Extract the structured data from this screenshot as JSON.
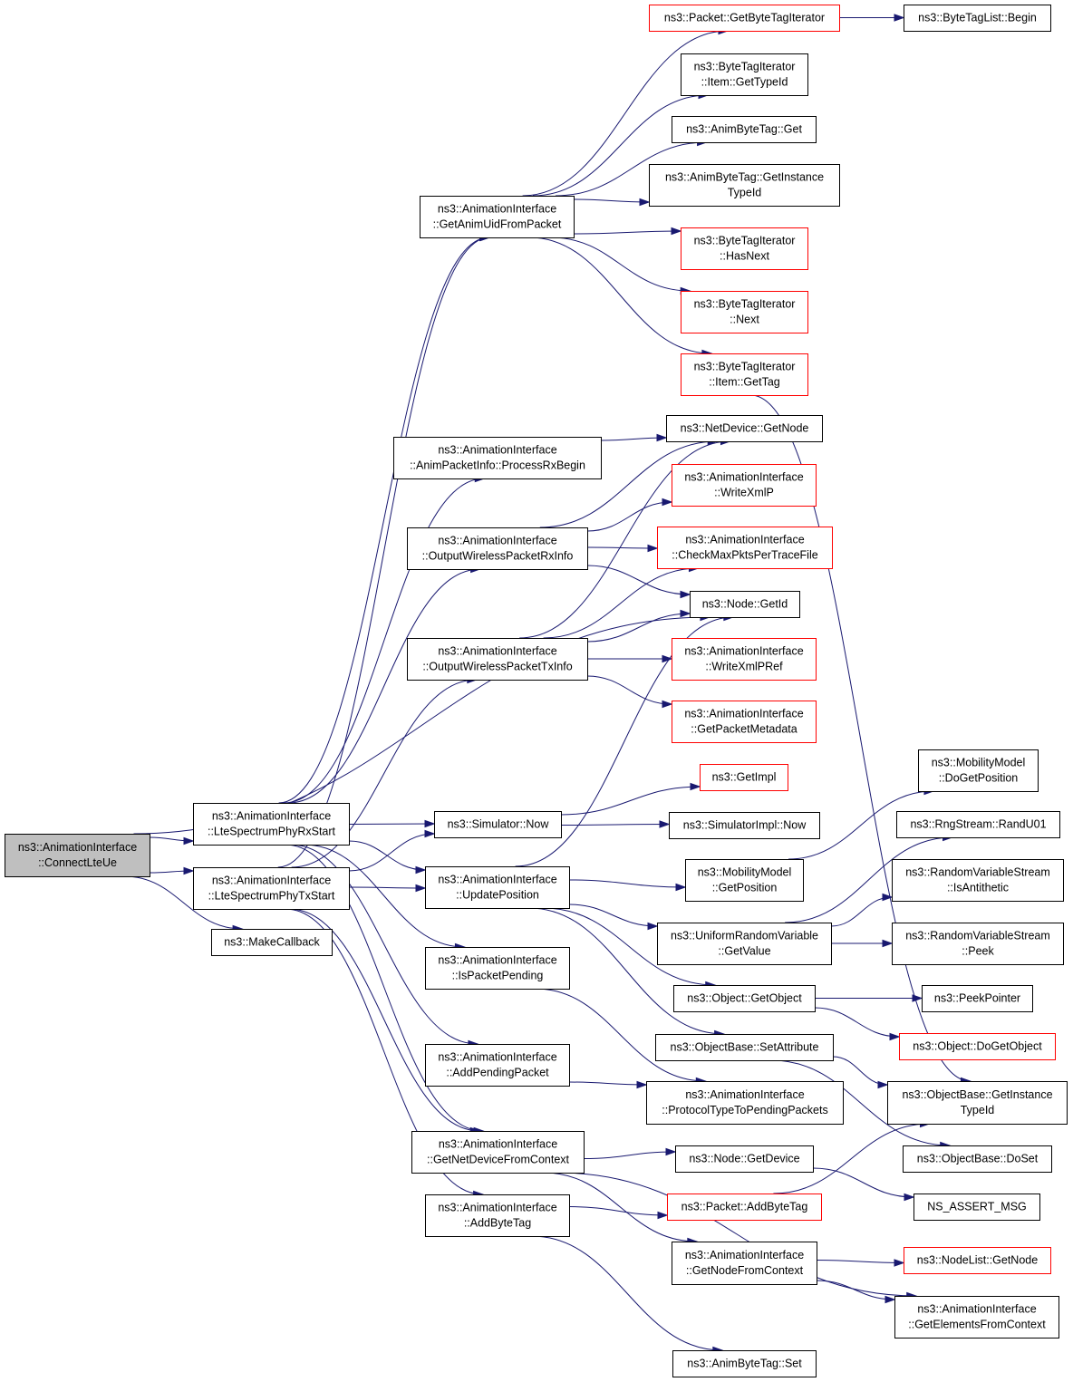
{
  "colors": {
    "edge": "#191970",
    "node_border": "#000000",
    "truncated_border": "#ff0000",
    "root_fill": "#bfbfbf",
    "node_fill": "#ffffff"
  },
  "nodes": {
    "connectLteUe": {
      "lines": [
        "ns3::AnimationInterface",
        "::ConnectLteUe"
      ],
      "kind": "root"
    },
    "lteRx": {
      "lines": [
        "ns3::AnimationInterface",
        "::LteSpectrumPhyRxStart"
      ],
      "kind": "normal"
    },
    "lteTx": {
      "lines": [
        "ns3::AnimationInterface",
        "::LteSpectrumPhyTxStart"
      ],
      "kind": "normal"
    },
    "makeCallback": {
      "lines": [
        "ns3::MakeCallback"
      ],
      "kind": "normal"
    },
    "getAnimUid": {
      "lines": [
        "ns3::AnimationInterface",
        "::GetAnimUidFromPacket"
      ],
      "kind": "normal"
    },
    "processRxBegin": {
      "lines": [
        "ns3::AnimationInterface",
        "::AnimPacketInfo::ProcessRxBegin"
      ],
      "kind": "normal"
    },
    "outRx": {
      "lines": [
        "ns3::AnimationInterface",
        "::OutputWirelessPacketRxInfo"
      ],
      "kind": "normal"
    },
    "outTx": {
      "lines": [
        "ns3::AnimationInterface",
        "::OutputWirelessPacketTxInfo"
      ],
      "kind": "normal"
    },
    "simNow": {
      "lines": [
        "ns3::Simulator::Now"
      ],
      "kind": "normal"
    },
    "updatePos": {
      "lines": [
        "ns3::AnimationInterface",
        "::UpdatePosition"
      ],
      "kind": "normal"
    },
    "isPending": {
      "lines": [
        "ns3::AnimationInterface",
        "::IsPacketPending"
      ],
      "kind": "normal"
    },
    "addPending": {
      "lines": [
        "ns3::AnimationInterface",
        "::AddPendingPacket"
      ],
      "kind": "normal"
    },
    "getNetDev": {
      "lines": [
        "ns3::AnimationInterface",
        "::GetNetDeviceFromContext"
      ],
      "kind": "normal"
    },
    "addByteTagAI": {
      "lines": [
        "ns3::AnimationInterface",
        "::AddByteTag"
      ],
      "kind": "normal"
    },
    "pktGetBTI": {
      "lines": [
        "ns3::Packet::GetByteTagIterator"
      ],
      "kind": "truncated"
    },
    "btiGetTypeId": {
      "lines": [
        "ns3::ByteTagIterator",
        "::Item::GetTypeId"
      ],
      "kind": "normal"
    },
    "abtGet": {
      "lines": [
        "ns3::AnimByteTag::Get"
      ],
      "kind": "normal"
    },
    "abtGetInst": {
      "lines": [
        "ns3::AnimByteTag::GetInstance",
        "TypeId"
      ],
      "kind": "normal"
    },
    "btiHasNext": {
      "lines": [
        "ns3::ByteTagIterator",
        "::HasNext"
      ],
      "kind": "truncated"
    },
    "btiNext": {
      "lines": [
        "ns3::ByteTagIterator",
        "::Next"
      ],
      "kind": "truncated"
    },
    "btiGetTag": {
      "lines": [
        "ns3::ByteTagIterator",
        "::Item::GetTag"
      ],
      "kind": "truncated"
    },
    "netDevGetNode": {
      "lines": [
        "ns3::NetDevice::GetNode"
      ],
      "kind": "normal"
    },
    "writeXmlP": {
      "lines": [
        "ns3::AnimationInterface",
        "::WriteXmlP"
      ],
      "kind": "truncated"
    },
    "checkMax": {
      "lines": [
        "ns3::AnimationInterface",
        "::CheckMaxPktsPerTraceFile"
      ],
      "kind": "truncated"
    },
    "nodeGetId": {
      "lines": [
        "ns3::Node::GetId"
      ],
      "kind": "normal"
    },
    "writeXmlPRef": {
      "lines": [
        "ns3::AnimationInterface",
        "::WriteXmlPRef"
      ],
      "kind": "truncated"
    },
    "getPktMeta": {
      "lines": [
        "ns3::AnimationInterface",
        "::GetPacketMetadata"
      ],
      "kind": "truncated"
    },
    "getImpl": {
      "lines": [
        "ns3::GetImpl"
      ],
      "kind": "truncated"
    },
    "simImplNow": {
      "lines": [
        "ns3::SimulatorImpl::Now"
      ],
      "kind": "normal"
    },
    "mobGetPos": {
      "lines": [
        "ns3::MobilityModel",
        "::GetPosition"
      ],
      "kind": "normal"
    },
    "uniGetValue": {
      "lines": [
        "ns3::UniformRandomVariable",
        "::GetValue"
      ],
      "kind": "normal"
    },
    "objGetObject": {
      "lines": [
        "ns3::Object::GetObject"
      ],
      "kind": "normal"
    },
    "objBaseSetAttr": {
      "lines": [
        "ns3::ObjectBase::SetAttribute"
      ],
      "kind": "normal"
    },
    "protoType": {
      "lines": [
        "ns3::AnimationInterface",
        "::ProtocolTypeToPendingPackets"
      ],
      "kind": "normal"
    },
    "nodeGetDevice": {
      "lines": [
        "ns3::Node::GetDevice"
      ],
      "kind": "normal"
    },
    "pktAddByteTag": {
      "lines": [
        "ns3::Packet::AddByteTag"
      ],
      "kind": "truncated"
    },
    "getNodeFromCtx": {
      "lines": [
        "ns3::AnimationInterface",
        "::GetNodeFromContext"
      ],
      "kind": "normal"
    },
    "abtSet": {
      "lines": [
        "ns3::AnimByteTag::Set"
      ],
      "kind": "normal"
    },
    "btlBegin": {
      "lines": [
        "ns3::ByteTagList::Begin"
      ],
      "kind": "normal"
    },
    "mobDoGetPos": {
      "lines": [
        "ns3::MobilityModel",
        "::DoGetPosition"
      ],
      "kind": "normal"
    },
    "rngRandU01": {
      "lines": [
        "ns3::RngStream::RandU01"
      ],
      "kind": "normal"
    },
    "rvsIsAnti": {
      "lines": [
        "ns3::RandomVariableStream",
        "::IsAntithetic"
      ],
      "kind": "normal"
    },
    "rvsPeek": {
      "lines": [
        "ns3::RandomVariableStream",
        "::Peek"
      ],
      "kind": "normal"
    },
    "peekPointer": {
      "lines": [
        "ns3::PeekPointer"
      ],
      "kind": "normal"
    },
    "objDoGetObject": {
      "lines": [
        "ns3::Object::DoGetObject"
      ],
      "kind": "truncated"
    },
    "objBaseGetInst": {
      "lines": [
        "ns3::ObjectBase::GetInstance",
        "TypeId"
      ],
      "kind": "normal"
    },
    "objBaseDoSet": {
      "lines": [
        "ns3::ObjectBase::DoSet"
      ],
      "kind": "normal"
    },
    "nsAssertMsg": {
      "lines": [
        "NS_ASSERT_MSG"
      ],
      "kind": "normal"
    },
    "nodeListGetNode": {
      "lines": [
        "ns3::NodeList::GetNode"
      ],
      "kind": "truncated"
    },
    "getElemFromCtx": {
      "lines": [
        "ns3::AnimationInterface",
        "::GetElementsFromContext"
      ],
      "kind": "normal"
    }
  },
  "edges": [
    [
      "connectLteUe",
      "lteRx"
    ],
    [
      "connectLteUe",
      "lteTx"
    ],
    [
      "connectLteUe",
      "makeCallback"
    ],
    [
      "connectLteUe",
      "nodeGetId"
    ],
    [
      "lteRx",
      "getAnimUid"
    ],
    [
      "lteRx",
      "processRxBegin"
    ],
    [
      "lteRx",
      "outRx"
    ],
    [
      "lteRx",
      "simNow"
    ],
    [
      "lteRx",
      "updatePos"
    ],
    [
      "lteRx",
      "isPending"
    ],
    [
      "lteRx",
      "addPending"
    ],
    [
      "lteRx",
      "getNetDev"
    ],
    [
      "lteTx",
      "getAnimUid"
    ],
    [
      "lteTx",
      "outTx"
    ],
    [
      "lteTx",
      "simNow"
    ],
    [
      "lteTx",
      "updatePos"
    ],
    [
      "lteTx",
      "getNetDev"
    ],
    [
      "lteTx",
      "addByteTagAI"
    ],
    [
      "getAnimUid",
      "pktGetBTI"
    ],
    [
      "getAnimUid",
      "btiGetTypeId"
    ],
    [
      "getAnimUid",
      "abtGet"
    ],
    [
      "getAnimUid",
      "abtGetInst"
    ],
    [
      "getAnimUid",
      "btiHasNext"
    ],
    [
      "getAnimUid",
      "btiNext"
    ],
    [
      "getAnimUid",
      "btiGetTag"
    ],
    [
      "pktGetBTI",
      "btlBegin"
    ],
    [
      "btiGetTag",
      "objBaseGetInst"
    ],
    [
      "processRxBegin",
      "netDevGetNode"
    ],
    [
      "outRx",
      "netDevGetNode"
    ],
    [
      "outRx",
      "writeXmlP"
    ],
    [
      "outRx",
      "checkMax"
    ],
    [
      "outRx",
      "nodeGetId"
    ],
    [
      "outTx",
      "netDevGetNode"
    ],
    [
      "outTx",
      "checkMax"
    ],
    [
      "outTx",
      "nodeGetId"
    ],
    [
      "outTx",
      "writeXmlPRef"
    ],
    [
      "outTx",
      "getPktMeta"
    ],
    [
      "simNow",
      "getImpl"
    ],
    [
      "simNow",
      "simImplNow"
    ],
    [
      "updatePos",
      "nodeGetId"
    ],
    [
      "updatePos",
      "mobGetPos"
    ],
    [
      "updatePos",
      "uniGetValue"
    ],
    [
      "updatePos",
      "objGetObject"
    ],
    [
      "updatePos",
      "objBaseSetAttr"
    ],
    [
      "isPending",
      "protoType"
    ],
    [
      "addPending",
      "protoType"
    ],
    [
      "getNetDev",
      "nodeGetDevice"
    ],
    [
      "getNetDev",
      "getNodeFromCtx"
    ],
    [
      "getNetDev",
      "getElemFromCtx"
    ],
    [
      "addByteTagAI",
      "pktAddByteTag"
    ],
    [
      "addByteTagAI",
      "abtSet"
    ],
    [
      "mobGetPos",
      "mobDoGetPos"
    ],
    [
      "uniGetValue",
      "rngRandU01"
    ],
    [
      "uniGetValue",
      "rvsIsAnti"
    ],
    [
      "uniGetValue",
      "rvsPeek"
    ],
    [
      "objGetObject",
      "peekPointer"
    ],
    [
      "objGetObject",
      "objDoGetObject"
    ],
    [
      "objBaseSetAttr",
      "objBaseGetInst"
    ],
    [
      "objBaseSetAttr",
      "objBaseDoSet"
    ],
    [
      "nodeGetDevice",
      "nsAssertMsg"
    ],
    [
      "pktAddByteTag",
      "objBaseGetInst"
    ],
    [
      "getNodeFromCtx",
      "nodeListGetNode"
    ],
    [
      "getNodeFromCtx",
      "getElemFromCtx"
    ]
  ]
}
